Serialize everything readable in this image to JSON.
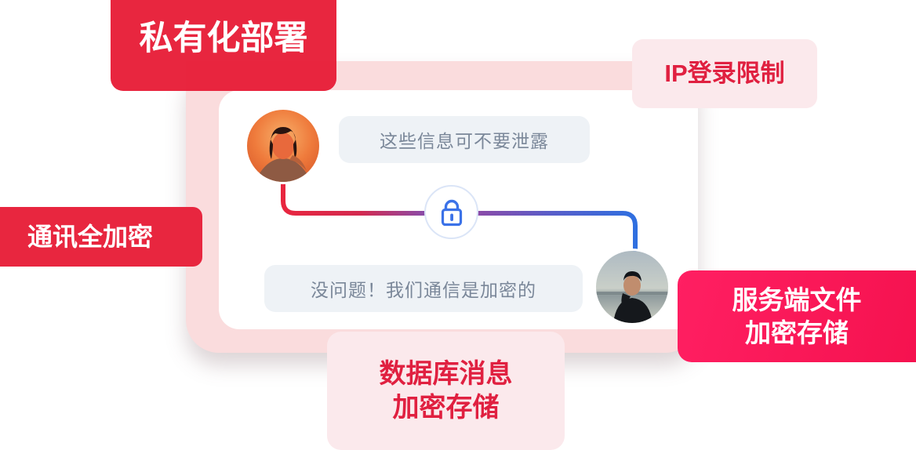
{
  "theme": {
    "accent_red": "#e8263f",
    "accent_pink_bright": "#ff1f62",
    "badge_soft_bg": "#fbe9ec",
    "badge_soft_text": "#e02040",
    "card_frame": "#fadcdd",
    "card_inner": "#ffffff",
    "bubble_bg": "#eef2f6",
    "bubble_text": "#7a8799",
    "lock_blue": "#3b72e8",
    "lock_ring": "#dbe5f7",
    "connector_left_start": "#e8263f",
    "connector_mid": "#8a4ba8",
    "connector_right_end": "#2f6fe0"
  },
  "chat": {
    "messages": [
      {
        "id": "incoming",
        "text": "这些信息可不要泄露",
        "avatar_name": "avatar-woman-orange"
      },
      {
        "id": "outgoing",
        "text": "没问题！我们通信是加密的",
        "avatar_name": "avatar-man-sky"
      }
    ],
    "encryption_indicator": {
      "icon": "lock-icon",
      "label": "end-to-end-encrypted"
    }
  },
  "badges": [
    {
      "id": "private-deployment",
      "lines": [
        "私有化部署"
      ],
      "style": "solid"
    },
    {
      "id": "ip-login-restriction",
      "lines": [
        "IP登录限制"
      ],
      "style": "soft"
    },
    {
      "id": "full-communication-encryption",
      "lines": [
        "通讯全加密"
      ],
      "style": "solid"
    },
    {
      "id": "database-message-encrypted-storage",
      "lines": [
        "数据库消息",
        "加密存储"
      ],
      "style": "soft"
    },
    {
      "id": "server-file-encrypted-storage",
      "lines": [
        "服务端文件",
        "加密存储"
      ],
      "style": "bright"
    }
  ]
}
